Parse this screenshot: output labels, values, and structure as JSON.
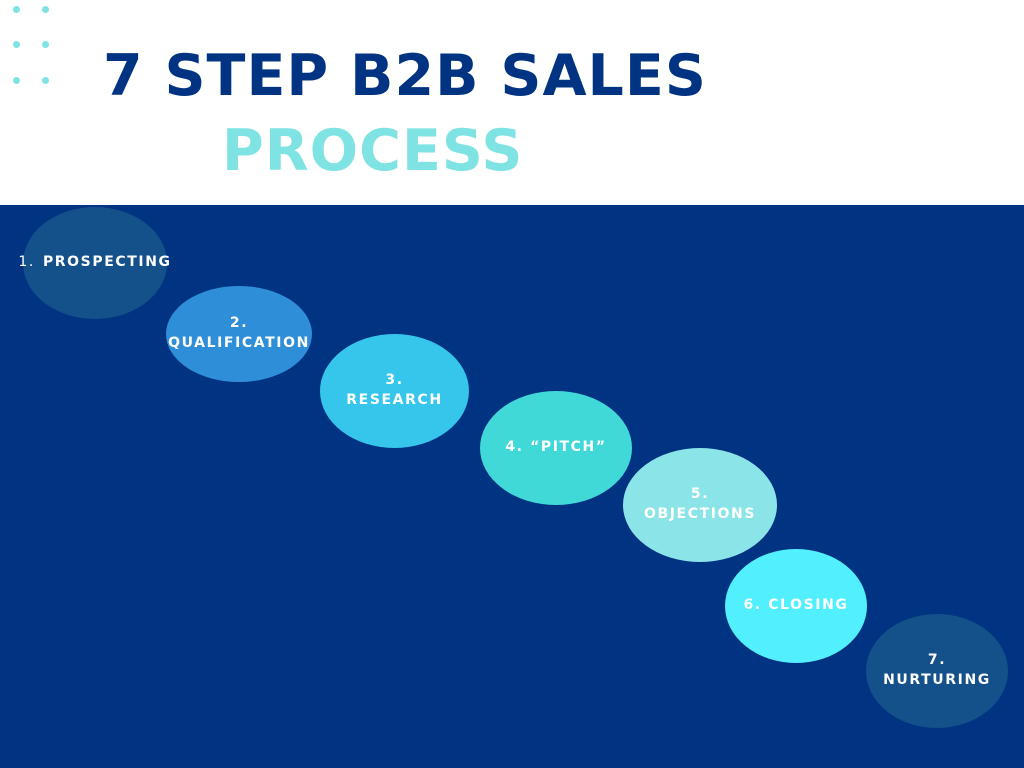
{
  "colors": {
    "background_panel": "#003482",
    "title_primary": "#003482",
    "title_accent": "#7fe3e3",
    "dots": "#7fe3e3"
  },
  "title": {
    "line1": "7 STEP B2B SALES",
    "line2": "PROCESS"
  },
  "steps": [
    {
      "number": "1.",
      "label": "PROSPECTING",
      "color": "#14508a"
    },
    {
      "number": "2.",
      "label": "QUALIFICATION",
      "color": "#2e8fd8"
    },
    {
      "number": "3.",
      "label": "RESEARCH",
      "color": "#36c6ec"
    },
    {
      "number": "4.",
      "label": "“PITCH”",
      "color": "#41d8d8"
    },
    {
      "number": "5.",
      "label": "OBJECTIONS",
      "color": "#8be4e8"
    },
    {
      "number": "6.",
      "label": "CLOSING",
      "color": "#52f0fe"
    },
    {
      "number": "7.",
      "label": "NURTURING",
      "color": "#14508a"
    }
  ]
}
